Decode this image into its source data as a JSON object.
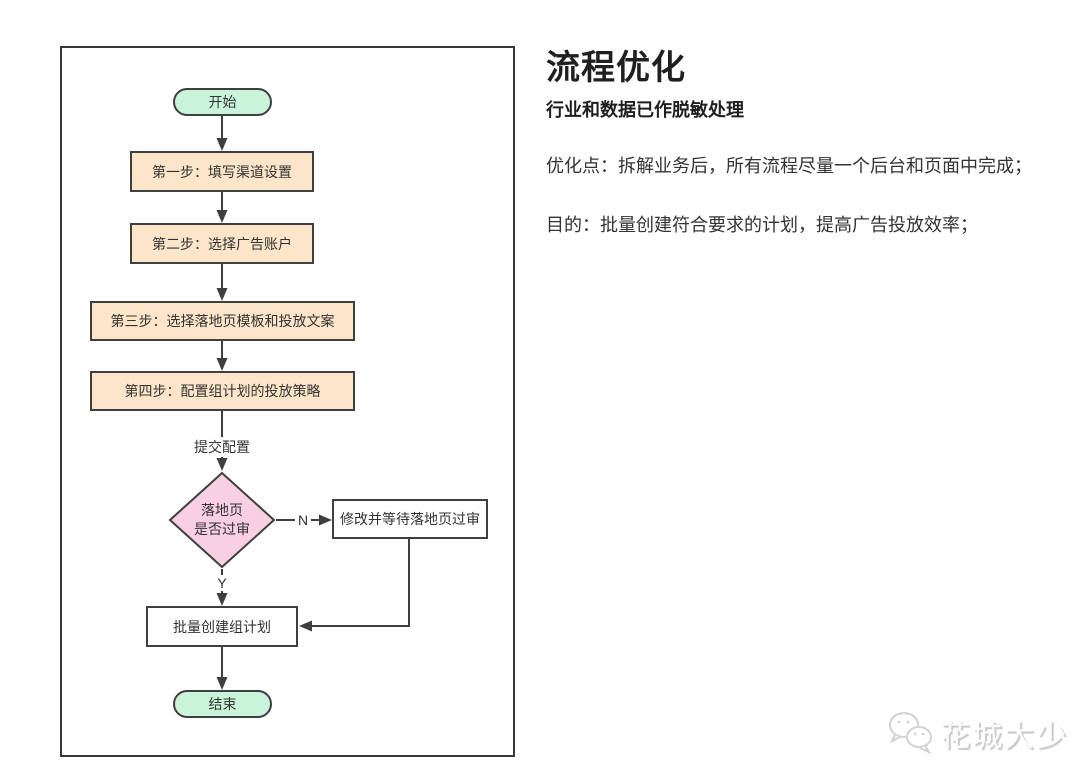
{
  "diagram": {
    "start_label": "开始",
    "steps": [
      "第一步：填写渠道设置",
      "第二步：选择广告账户",
      "第三步：选择落地页模板和投放文案",
      "第四步：配置组计划的投放策略"
    ],
    "submit_label": "提交配置",
    "decision": {
      "line1": "落地页",
      "line2": "是否过审"
    },
    "branch_no": "N",
    "branch_yes": "Y",
    "revise_label": "修改并等待落地页过审",
    "batch_label": "批量创建组计划",
    "end_label": "结束"
  },
  "panel": {
    "title": "流程优化",
    "subtitle": "行业和数据已作脱敏处理",
    "paragraphs": [
      "优化点：拆解业务后，所有流程尽量一个后台和页面中完成；",
      "目的：批量创建符合要求的计划，提高广告投放效率；"
    ]
  },
  "watermark": {
    "text": "花城大少",
    "icon": "wechat-bubbles-icon"
  },
  "colors": {
    "terminal_fill": "#c9f4da",
    "step_fill": "#fce5c8",
    "decision_fill": "#f8cfe3",
    "process_fill": "#ffffff",
    "stroke": "#3f3f3f",
    "text": "#333333"
  }
}
